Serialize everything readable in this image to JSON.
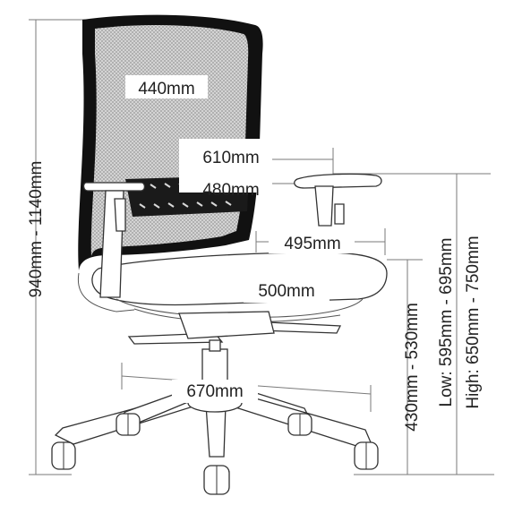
{
  "figure": {
    "subject": "office mesh chair dimension drawing",
    "colors": {
      "frame": "#111111",
      "mesh": "#bdbdbd",
      "line": "#7a7a7a",
      "text": "#222222"
    }
  },
  "dimensions": {
    "backrest_width": "440mm",
    "arm_outer_width": "610mm",
    "arm_inner_width": "480mm",
    "seat_depth": "495mm",
    "seat_width": "500mm",
    "base_diameter": "670mm",
    "overall_height": "940mm - 1140mm",
    "seat_height": "430mm - 530mm",
    "arm_height_low": "Low: 595mm - 695mm",
    "arm_height_high": "High: 650mm - 750mm"
  }
}
